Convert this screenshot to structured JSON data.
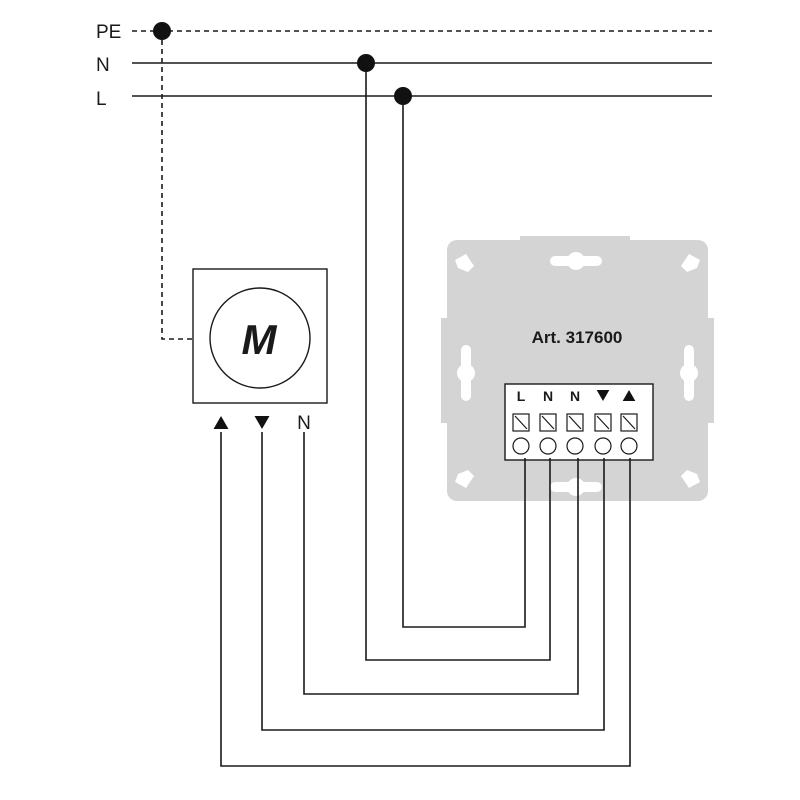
{
  "bus": {
    "pe_label": "PE",
    "n_label": "N",
    "l_label": "L"
  },
  "motor": {
    "letter": "M",
    "terminals": [
      {
        "label": "▲",
        "symbol": "up-triangle"
      },
      {
        "label": "▼",
        "symbol": "down-triangle"
      },
      {
        "label": "N",
        "symbol": "text"
      }
    ]
  },
  "device": {
    "article": "Art. 317600",
    "terminals": [
      {
        "label": "L",
        "symbol": "text"
      },
      {
        "label": "N",
        "symbol": "text"
      },
      {
        "label": "N",
        "symbol": "text"
      },
      {
        "label": "▼",
        "symbol": "down-triangle"
      },
      {
        "label": "▲",
        "symbol": "up-triangle"
      }
    ]
  },
  "colors": {
    "line": "#1a1a1a",
    "plate": "#d4d4d4",
    "background": "#ffffff"
  }
}
